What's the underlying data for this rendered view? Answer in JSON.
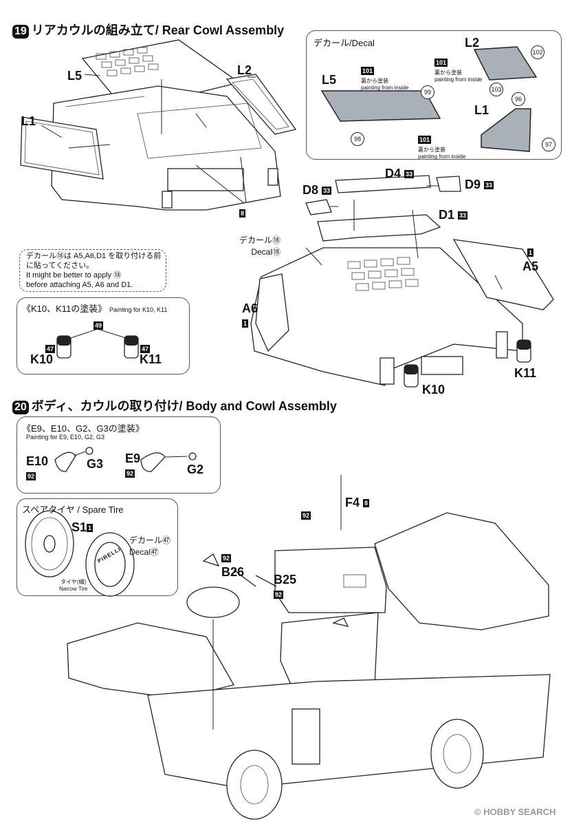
{
  "step19": {
    "number": "19",
    "title": "リアカウルの組み立て/ Rear Cowl Assembly",
    "parts": {
      "l5": "L5",
      "l2": "L2",
      "l1": "L1",
      "p8": "8"
    },
    "decal_box": {
      "title": "デカール/Decal",
      "l5": "L5",
      "l2": "L2",
      "l1": "L1",
      "num_99": "99",
      "num_98": "98",
      "num_101": "101",
      "num_102": "102",
      "num_103": "103",
      "num_96": "96",
      "num_97": "97",
      "paint_jp": "裏から塗装",
      "paint_en": "painting from inside"
    },
    "parts2": {
      "d4": "D4",
      "d4_tag": "33",
      "d9": "D9",
      "d9_tag": "33",
      "d8": "D8",
      "d8_tag": "33",
      "d1": "D1",
      "d1_tag": "33",
      "a5": "A5",
      "a5_tag": "1",
      "a6": "A6",
      "a6_tag": "1",
      "decal18_jp": "デカール⑱",
      "decal18_en": "Decal⑱",
      "k10": "K10",
      "k11": "K11"
    },
    "note": {
      "line1": "デカール⑱は A5,A6,D1 を取り付ける前",
      "line2": "に貼ってください。",
      "line3": "It might be better to apply ⑱",
      "line4": "before attaching A5, A6 and D1."
    },
    "paint_box": {
      "title_jp": "《K10、K11の塗装》",
      "title_en": "Painting for K10, K11",
      "color_49": "49",
      "color_47a": "47",
      "color_47b": "47",
      "k10": "K10",
      "k11": "K11"
    }
  },
  "step20": {
    "number": "20",
    "title": "ボディ、カウルの取り付け/ Body and Cowl Assembly",
    "paint_box": {
      "title_jp": "《E9、E10、G2、G3の塗装》",
      "title_en": "Painting for E9, E10, G2, G3",
      "e10": "E10",
      "e10_tag": "92",
      "g3": "G3",
      "e9": "E9",
      "e9_tag": "92",
      "g2": "G2"
    },
    "spare_box": {
      "title": "スペアタイヤ / Spare Tire",
      "s1": "S1",
      "s1_tag": "1",
      "decal_jp": "デカール㊼",
      "decal_en": "Decal㊼",
      "tire_jp": "タイヤ(細)",
      "tire_en": "Narrow Tire",
      "tire_text": "PIRELLI"
    },
    "parts": {
      "f4": "F4",
      "f4_tag": "8",
      "tag_92_ant": "92",
      "b26": "B26",
      "b26_tag": "92",
      "b25": "B25",
      "b25_tag": "92"
    }
  },
  "watermark": "© HOBBY SEARCH"
}
